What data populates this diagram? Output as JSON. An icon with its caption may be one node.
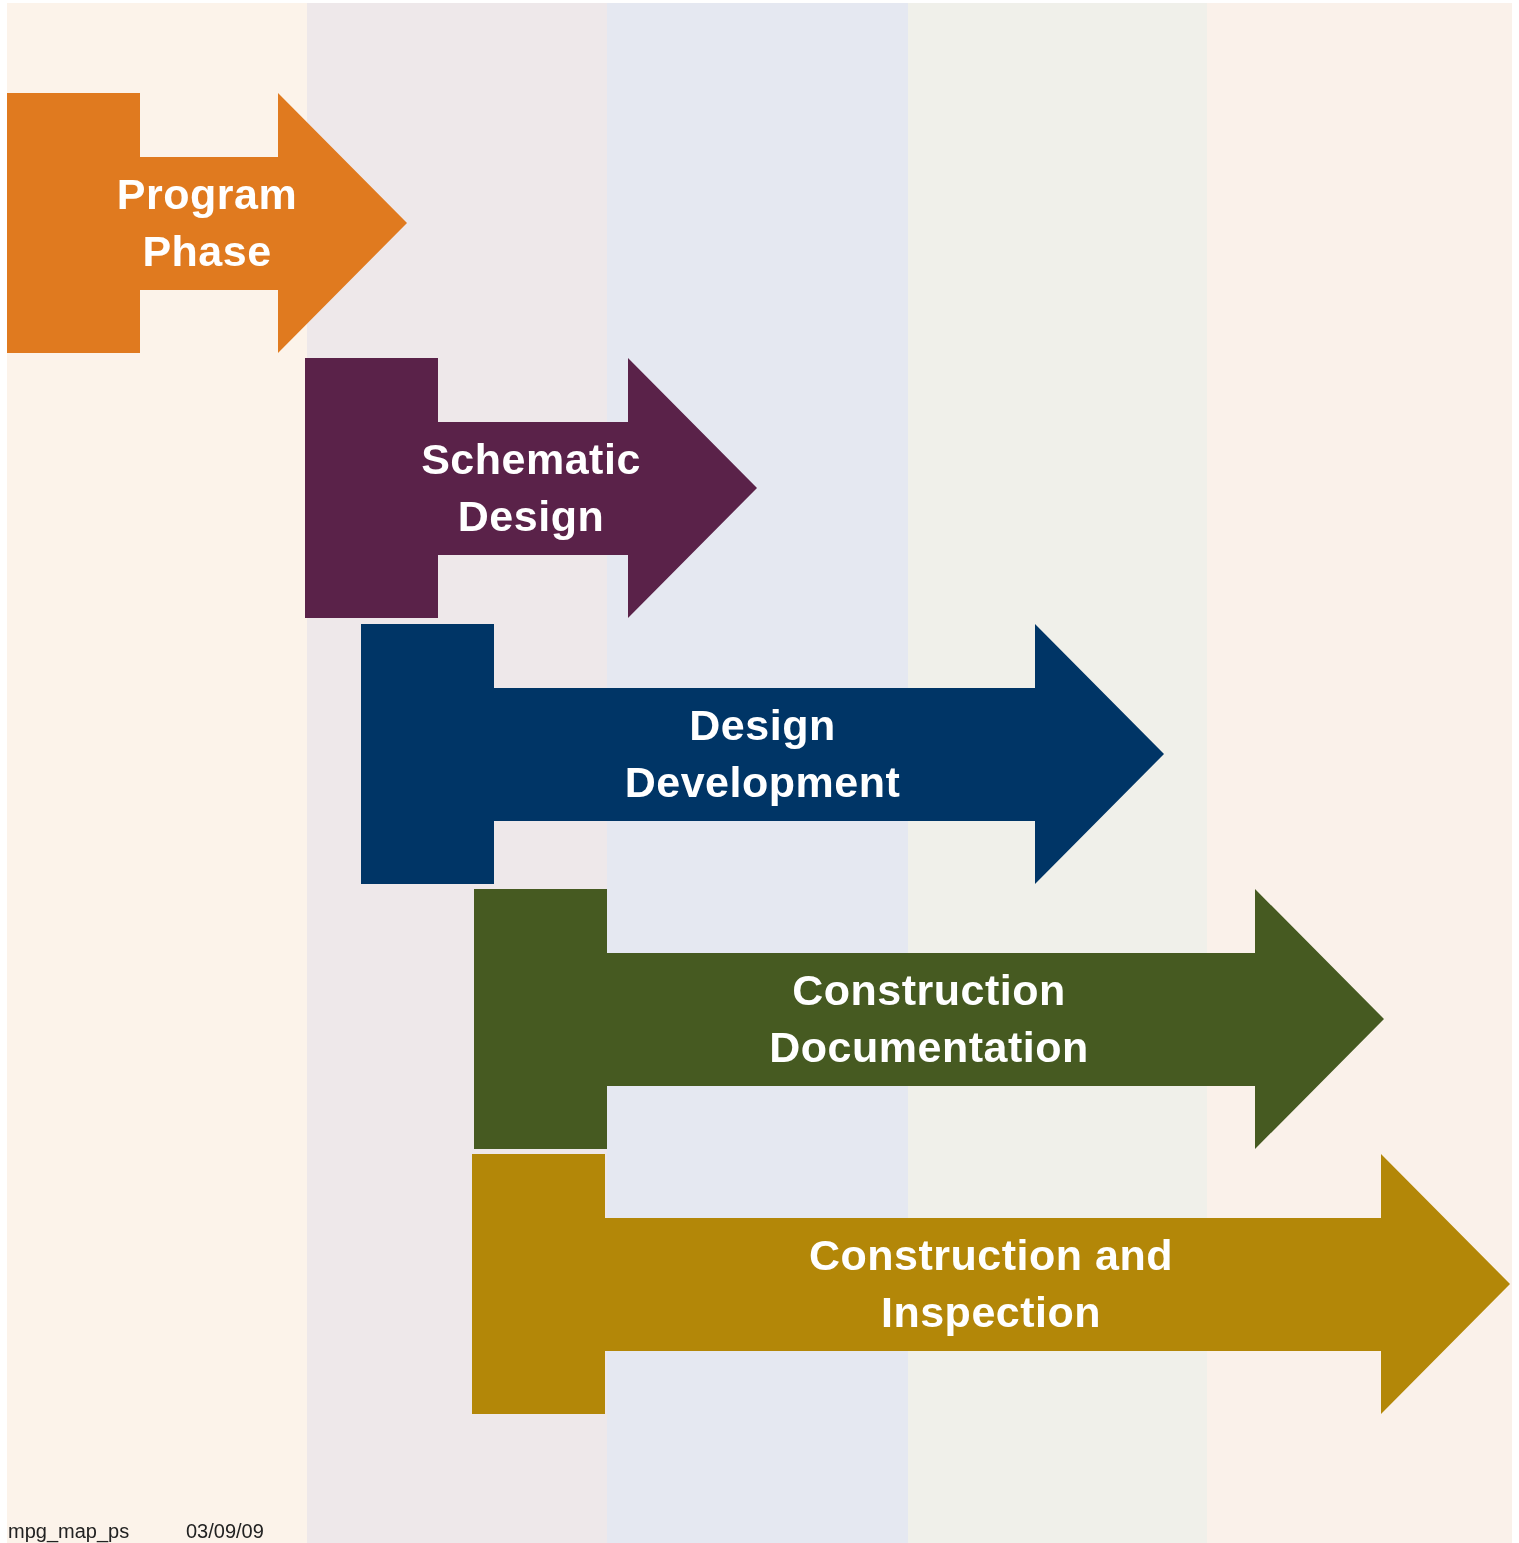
{
  "diagram": {
    "nodes": [
      {
        "text": [
          "Program Phase"
        ]
      },
      {
        "text": [
          "Schematic Design"
        ]
      },
      {
        "text": [
          "Design Development"
        ]
      },
      {
        "text": [
          "Construction Documentation"
        ]
      },
      {
        "text": [
          "Construction and Inspection"
        ]
      }
    ],
    "labels": [
      "mpg_map_ps",
      "03/09/09"
    ]
  }
}
